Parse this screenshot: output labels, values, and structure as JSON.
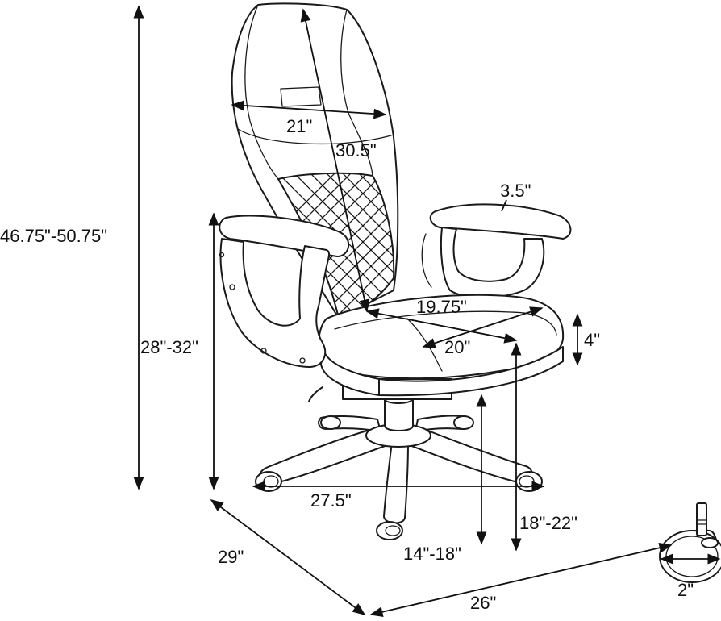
{
  "dimensions": {
    "overall_height": "46.75\"-50.75\"",
    "back_width": "21\"",
    "back_height": "30.5\"",
    "armrest_width": "3.5\"",
    "armrest_height": "28\"-32\"",
    "seat_width": "19.75\"",
    "seat_depth": "20\"",
    "seat_thickness": "4\"",
    "base_diameter": "27.5\"",
    "seat_height": "18\"-22\"",
    "floor_to_seat_pan": "14\"-18\"",
    "depth": "29\"",
    "width": "26\"",
    "caster_diameter": "2\""
  }
}
